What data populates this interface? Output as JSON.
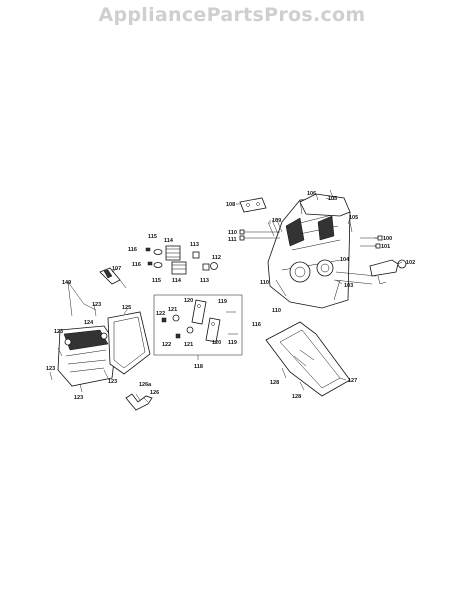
{
  "watermark": "AppliancePartsPros.com",
  "callouts": {
    "c100": "100",
    "c101": "101",
    "c102": "102",
    "c103": "103",
    "c104": "104",
    "c105a": "105",
    "c105b": "105",
    "c106": "106",
    "c107": "107",
    "c108": "108",
    "c109": "109",
    "c110a": "110",
    "c110b": "110",
    "c110c": "110",
    "c111": "111",
    "c112": "112",
    "c113a": "113",
    "c113b": "113",
    "c114a": "114",
    "c114b": "114",
    "c115a": "115",
    "c115b": "115",
    "c116a": "116",
    "c116b": "116",
    "c116c": "116",
    "c118": "118",
    "c119a": "119",
    "c119b": "119",
    "c120a": "120",
    "c120b": "120",
    "c121a": "121",
    "c121b": "121",
    "c122a": "122",
    "c122b": "122",
    "c123a": "123",
    "c123b": "123",
    "c123c": "123",
    "c123d": "123",
    "c123e": "123",
    "c124": "124",
    "c125": "125",
    "c126": "126",
    "c126a": "126a",
    "c127": "127",
    "c128a": "128",
    "c128b": "128",
    "c149": "149"
  }
}
